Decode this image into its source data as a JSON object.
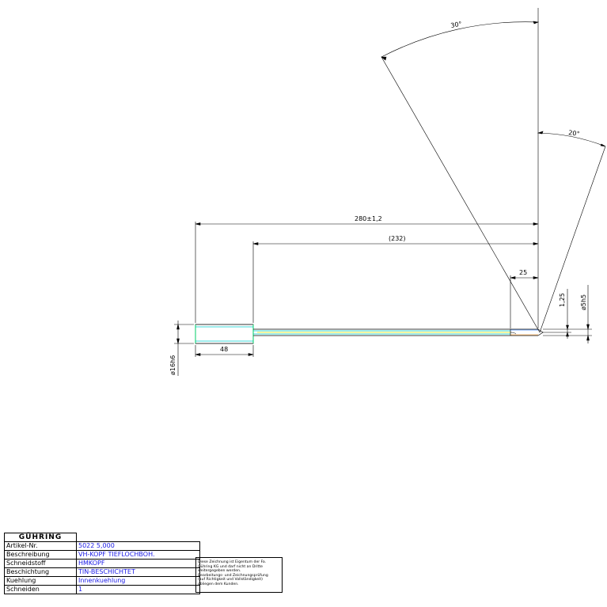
{
  "dimensions": {
    "overall_length": "280±1,2",
    "shank_to_tip": "(232)",
    "head_length": "25",
    "shank_length": "48",
    "shank_diameter": "ø16h6",
    "tip_diameter": "ø5h5",
    "offset": "1,25",
    "angle_large": "30°",
    "angle_small": "20°"
  },
  "title_block": {
    "logo": "GÜHRING",
    "rows": [
      {
        "label": "Artikel-Nr.",
        "value": "5022  5,000"
      },
      {
        "label": "Beschreibung",
        "value": "VH-KOPF  TIEFLOCHBOH."
      },
      {
        "label": "Schneidstoff",
        "value": "HMKOPF"
      },
      {
        "label": "Beschichtung",
        "value": "TIN-BESCHICHTET"
      },
      {
        "label": "Kuehlung",
        "value": "Innenkuehlung"
      },
      {
        "label": "Schneiden",
        "value": "1"
      }
    ]
  },
  "notice": {
    "lines": [
      "Diese Zeichnung ist Eigentum der Fa.",
      "Gühring KG und darf nicht an Dritte",
      "weitergegeben werden.",
      "Bearbeitungs- und Zeichnungsprüfung",
      "(auf Richtigkeit und Vollständigkeit)",
      "obliegen dem Kunden."
    ]
  }
}
